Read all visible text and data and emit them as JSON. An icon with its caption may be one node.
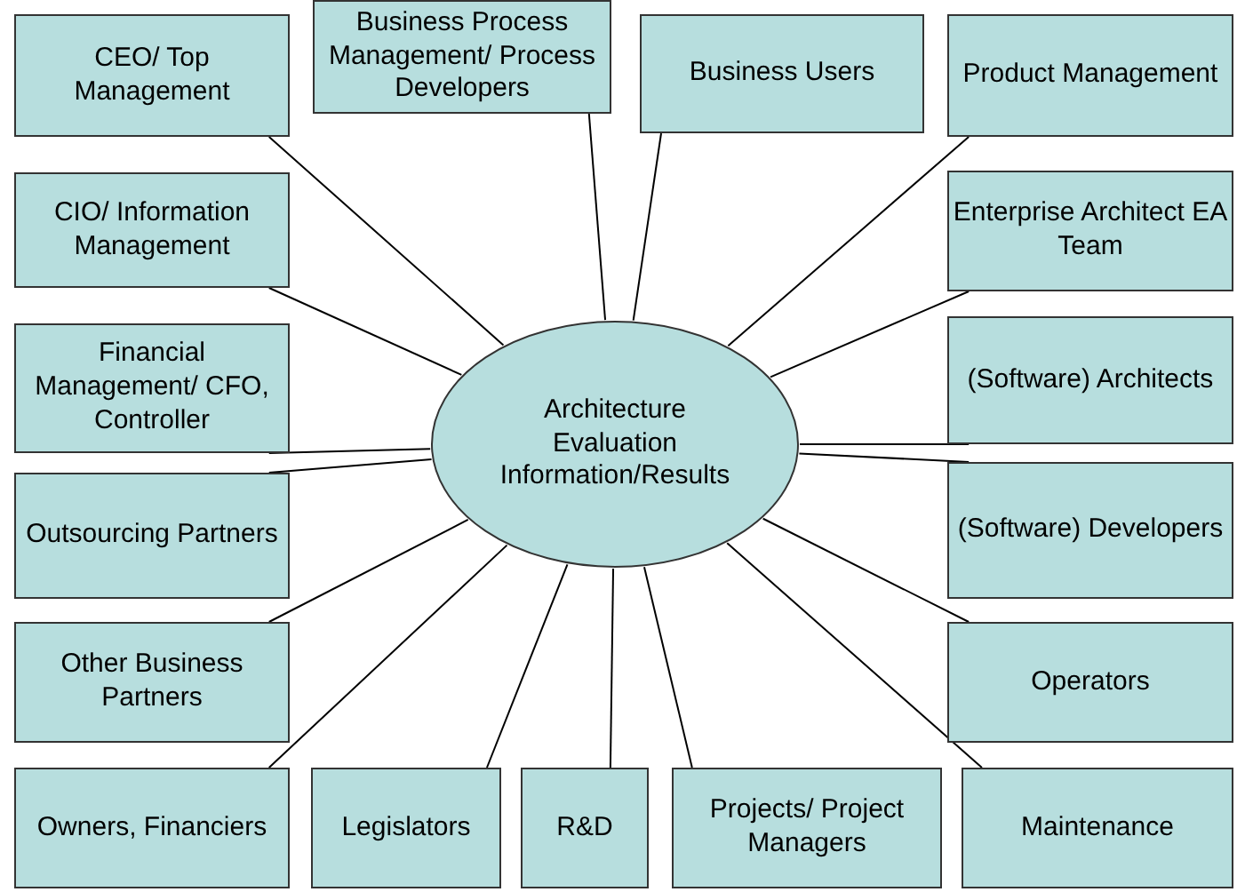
{
  "diagram": {
    "nodes": [
      {
        "text": [
          "CEO/ Top Management"
        ]
      },
      {
        "text": [
          "Business Process Management/ Process Developers"
        ]
      },
      {
        "text": [
          "Business Users"
        ]
      },
      {
        "text": [
          "Product Management"
        ]
      },
      {
        "text": [
          "CIO/ Information Management"
        ]
      },
      {
        "text": [
          "Enterprise Architect EA Team"
        ]
      },
      {
        "text": [
          "Financial Management/ CFO, Controller"
        ]
      },
      {
        "text": [
          "(Software) Architects"
        ]
      },
      {
        "text": [
          "Outsourcing Partners"
        ]
      },
      {
        "text": [
          "(Software) Developers"
        ]
      },
      {
        "text": [
          "Other Business Partners"
        ]
      },
      {
        "text": [
          "Operators"
        ]
      },
      {
        "text": [
          "Owners, Financiers"
        ]
      },
      {
        "text": [
          "Legislators"
        ]
      },
      {
        "text": [
          "R&D"
        ]
      },
      {
        "text": [
          "Projects/ Project Managers"
        ]
      },
      {
        "text": [
          "Maintenance"
        ]
      },
      {
        "text": [
          "Architecture Evaluation Information/Results"
        ]
      }
    ],
    "edges": [
      {
        "from": 17,
        "to": 0,
        "arrow": "none"
      },
      {
        "from": 17,
        "to": 1,
        "arrow": "none"
      },
      {
        "from": 17,
        "to": 2,
        "arrow": "none"
      },
      {
        "from": 17,
        "to": 3,
        "arrow": "none"
      },
      {
        "from": 17,
        "to": 4,
        "arrow": "none"
      },
      {
        "from": 17,
        "to": 5,
        "arrow": "none"
      },
      {
        "from": 17,
        "to": 6,
        "arrow": "none"
      },
      {
        "from": 17,
        "to": 7,
        "arrow": "none"
      },
      {
        "from": 17,
        "to": 8,
        "arrow": "none"
      },
      {
        "from": 17,
        "to": 9,
        "arrow": "none"
      },
      {
        "from": 17,
        "to": 10,
        "arrow": "none"
      },
      {
        "from": 17,
        "to": 11,
        "arrow": "none"
      },
      {
        "from": 17,
        "to": 12,
        "arrow": "none"
      },
      {
        "from": 17,
        "to": 13,
        "arrow": "none"
      },
      {
        "from": 17,
        "to": 14,
        "arrow": "none"
      },
      {
        "from": 17,
        "to": 15,
        "arrow": "none"
      },
      {
        "from": 17,
        "to": 16,
        "arrow": "none"
      }
    ]
  }
}
